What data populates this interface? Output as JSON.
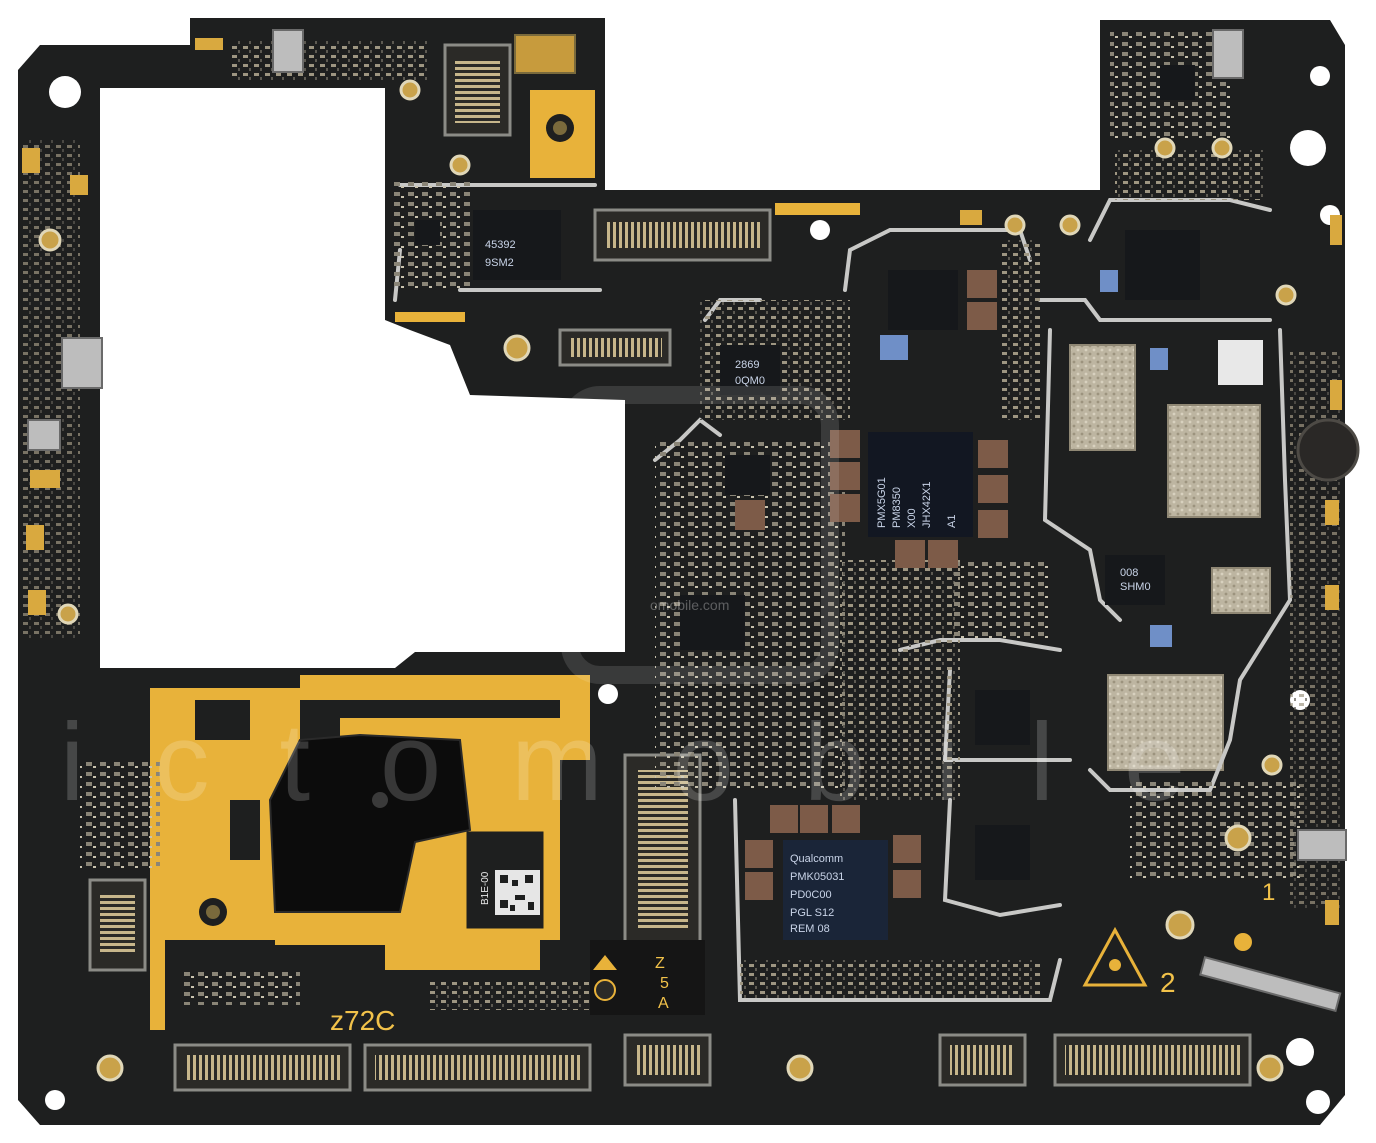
{
  "board": {
    "pcb_color": "#1e1f1f",
    "gold_color": "#e8b23a",
    "tape_color": "#0c0c0c",
    "shield_color": "#c9c2b0"
  },
  "chips": {
    "amp_line1": "45392",
    "amp_line2": "9SM2",
    "pmic_line1": "PMX5G01",
    "pmic_line2": "PM8350",
    "pmic_line3": "X00",
    "pmic_line4": "JHX42X1",
    "pmic_line5": "A1",
    "small_pm_line1": "2869",
    "small_pm_line2": "0QM0",
    "qualcomm_line1": "Qualcomm",
    "qualcomm_line2": "PMK05031",
    "qualcomm_line3": "PD0C00",
    "qualcomm_line4": "PGL S12",
    "qualcomm_line5": "REM 08",
    "ic_right_line1": "008",
    "ic_right_line2": "SHM0"
  },
  "silkscreen": {
    "board_code": "z72C",
    "marker_1": "1",
    "marker_2": "2",
    "marker_z": "Z",
    "marker_5": "5",
    "marker_a": "A",
    "qr_code_label": "B1E-00"
  },
  "watermark": {
    "text": "ictomobile",
    "small": "omobile.com"
  }
}
